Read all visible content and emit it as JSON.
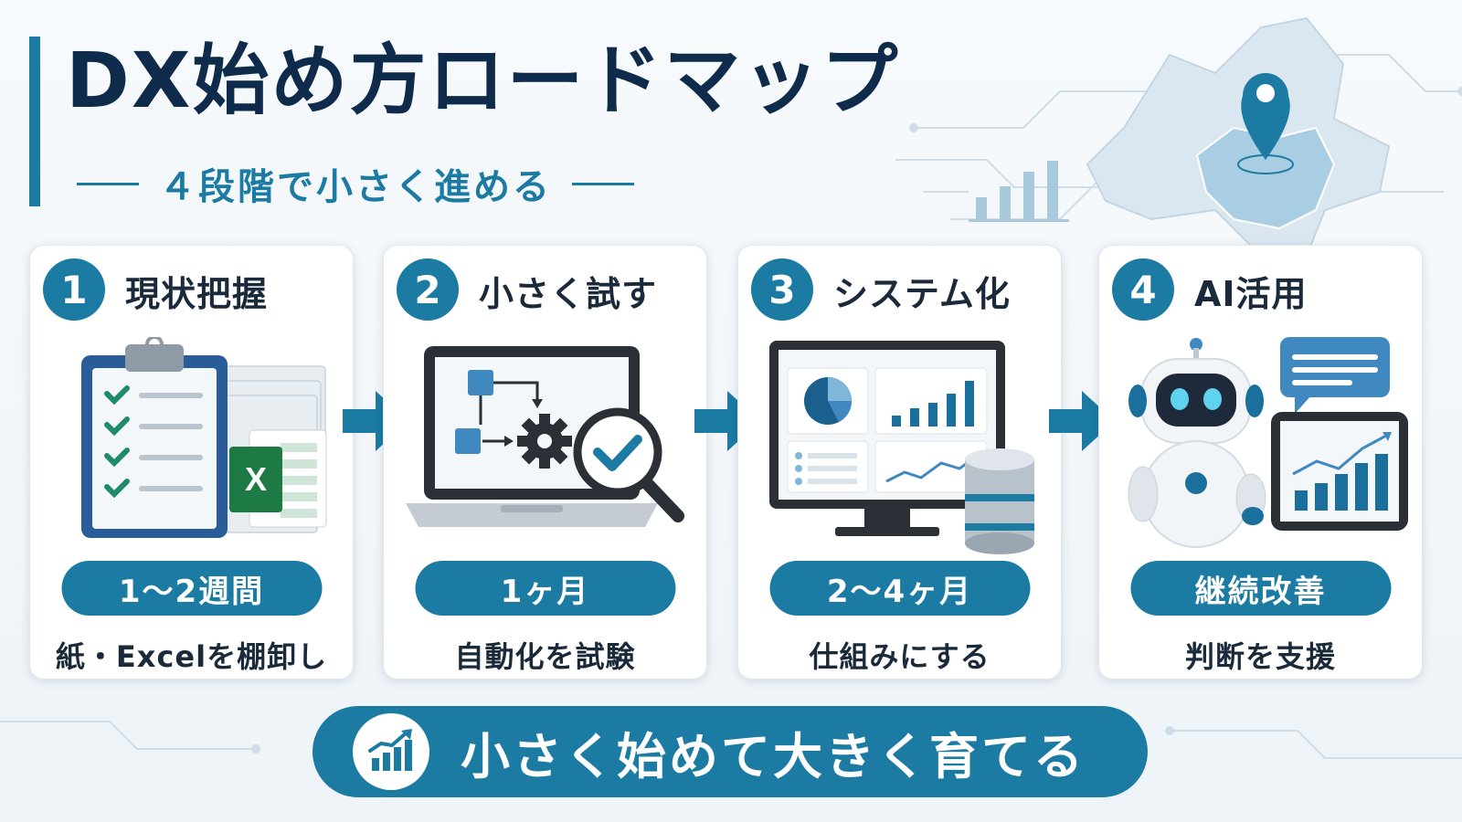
{
  "header": {
    "title": "DX始め方ロードマップ",
    "subtitle": "４段階で小さく進める"
  },
  "steps": [
    {
      "number": "1",
      "title": "現状把握",
      "duration": "1～2週間",
      "description": "紙・Excelを棚卸し",
      "icon": "checklist-clipboard-excel-icon"
    },
    {
      "number": "2",
      "title": "小さく試す",
      "duration": "1ヶ月",
      "description": "自動化を試験",
      "icon": "laptop-workflow-gear-icon"
    },
    {
      "number": "3",
      "title": "システム化",
      "duration": "2～4ヶ月",
      "description": "仕組みにする",
      "icon": "monitor-dashboard-database-icon"
    },
    {
      "number": "4",
      "title": "AI活用",
      "duration": "継続改善",
      "description": "判断を支援",
      "icon": "robot-chart-tablet-icon"
    }
  ],
  "footer": {
    "slogan": "小さく始めて大きく育てる",
    "icon": "growth-chart-icon"
  },
  "colors": {
    "accent": "#1b7ba3",
    "title": "#0e2b4b",
    "background": "#f3f7fa"
  }
}
